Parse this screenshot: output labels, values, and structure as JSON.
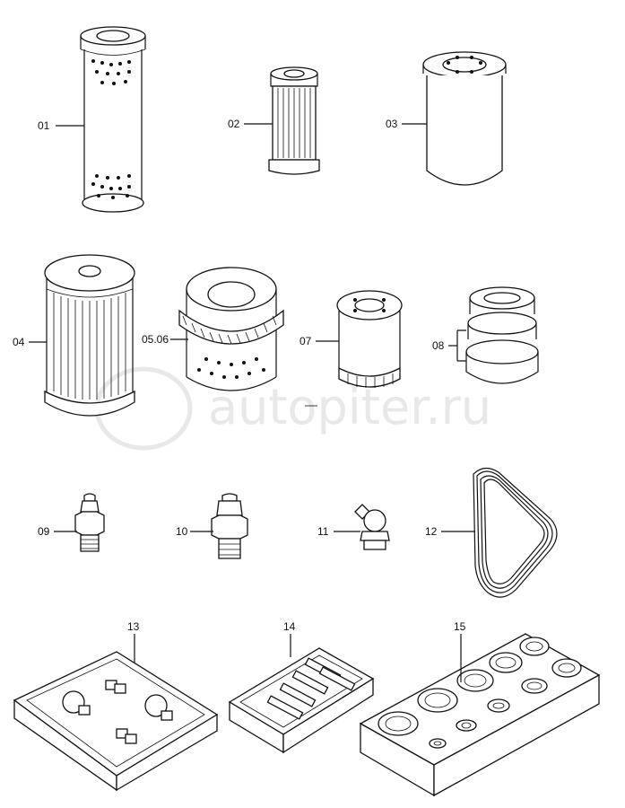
{
  "watermark": {
    "text": "autopiter.ru",
    "color": "#e0e0e0"
  },
  "callouts": [
    {
      "id": "01"
    },
    {
      "id": "02"
    },
    {
      "id": "03"
    },
    {
      "id": "04"
    },
    {
      "id": "05.06"
    },
    {
      "id": "07"
    },
    {
      "id": "08"
    },
    {
      "id": "09"
    },
    {
      "id": "10"
    },
    {
      "id": "11"
    },
    {
      "id": "12"
    },
    {
      "id": "13"
    },
    {
      "id": "14"
    },
    {
      "id": "15"
    }
  ],
  "parts": [
    {
      "name": "filter-element-perforated",
      "icon": "perforated-cylinder-filter"
    },
    {
      "name": "small-pleated-filter",
      "icon": "pleated-cartridge"
    },
    {
      "name": "canister-filter",
      "icon": "spin-on-canister"
    },
    {
      "name": "large-pleated-filter",
      "icon": "pleated-cartridge-large"
    },
    {
      "name": "geared-filter-element",
      "icon": "gear-ring-filter"
    },
    {
      "name": "spin-on-oil-filter",
      "icon": "spin-on-filter"
    },
    {
      "name": "filter-with-seal",
      "icon": "two-piece-filter"
    },
    {
      "name": "grease-nipple-straight-small",
      "icon": "grease-nipple"
    },
    {
      "name": "grease-nipple-straight",
      "icon": "grease-nipple"
    },
    {
      "name": "grease-nipple-angled",
      "icon": "angled-grease-nipple"
    },
    {
      "name": "v-belt",
      "icon": "belt-loop"
    },
    {
      "name": "nipple-kit-case",
      "icon": "kit-tray"
    },
    {
      "name": "fuse-kit-case",
      "icon": "kit-tray"
    },
    {
      "name": "block-with-ports",
      "icon": "port-block"
    }
  ]
}
